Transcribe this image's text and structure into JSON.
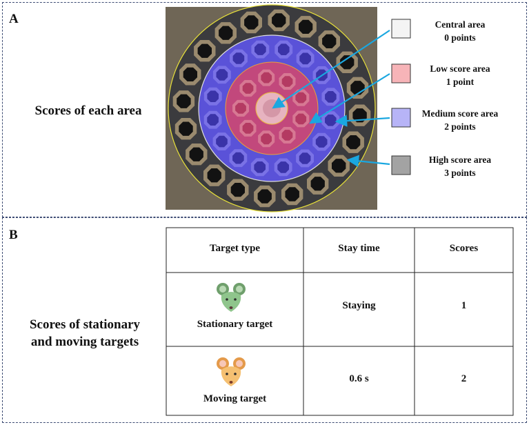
{
  "panel_a": {
    "letter": "A",
    "title": "Scores of each area",
    "legend": [
      {
        "name": "Central area",
        "points": "0 points",
        "color": "#f4f4f4"
      },
      {
        "name": "Low score area",
        "points": "1 point",
        "color": "#f7b4b8"
      },
      {
        "name": "Medium score area",
        "points": "2 points",
        "color": "#b7b4f7"
      },
      {
        "name": "High score area",
        "points": "3 points",
        "color": "#a3a3a3"
      }
    ],
    "target_colors": {
      "background": "#6f6656",
      "outer_ring": "#3b3b3e",
      "medium_ring": "#5a52d8",
      "low_ring": "#d0476e",
      "center": "#e7b3c0",
      "arrow": "#1aa7e0",
      "border_line": "#e9e23a"
    }
  },
  "panel_b": {
    "letter": "B",
    "title_line1": "Scores of stationary",
    "title_line2": "and moving targets",
    "table": {
      "headers": [
        "Target type",
        "Stay time",
        "Scores"
      ],
      "rows": [
        {
          "type": "Stationary target",
          "stay": "Staying",
          "score": "1",
          "icon": "green-mouse-icon",
          "color": "#8fc58c"
        },
        {
          "type": "Moving target",
          "stay": "0.6 s",
          "score": "2",
          "icon": "orange-mouse-icon",
          "color": "#f5c072"
        }
      ]
    }
  }
}
